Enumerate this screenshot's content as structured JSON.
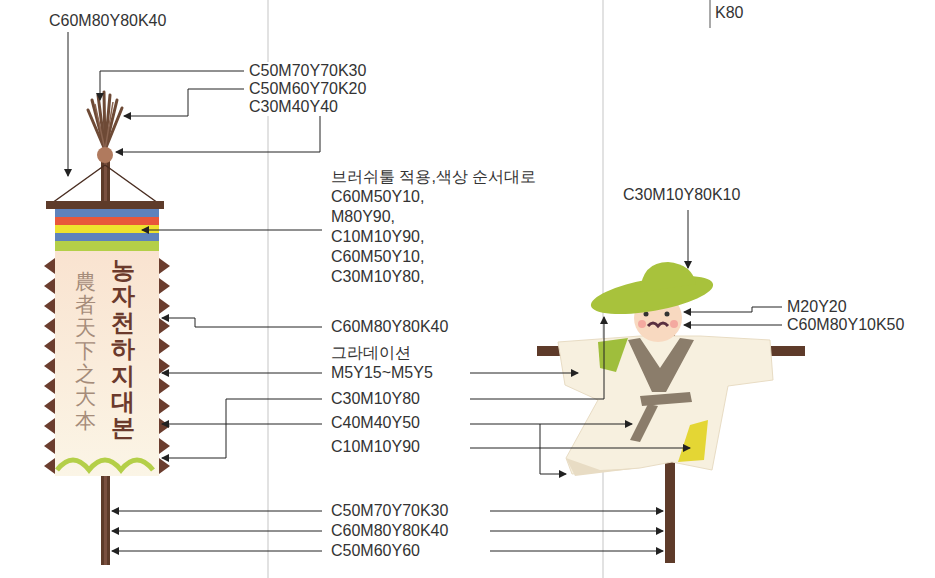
{
  "diagram": {
    "nodes": [
      {
        "text": [
          "농자천하지대본",
          "農者天下之大本"
        ]
      }
    ],
    "labels": [
      "C60M80Y80K40",
      "K80",
      "C50M70Y70K30",
      "C50M60Y70K20",
      "C30M40Y40",
      "브러쉬툴 적용,색상 순서대로",
      "C60M50Y10,",
      "M80Y90,",
      "C10M10Y90,",
      "C60M50Y10,",
      "C30M10Y80,",
      "C60M80Y80K40",
      "그라데이션",
      "M5Y15~M5Y5",
      "C30M10Y80",
      "C40M40Y50",
      "C10M10Y90",
      "C50M70Y70K30",
      "C60M80Y80K40",
      "C50M60Y60",
      "C30M10Y80K10",
      "M20Y20",
      "C60M80Y10K50"
    ]
  }
}
